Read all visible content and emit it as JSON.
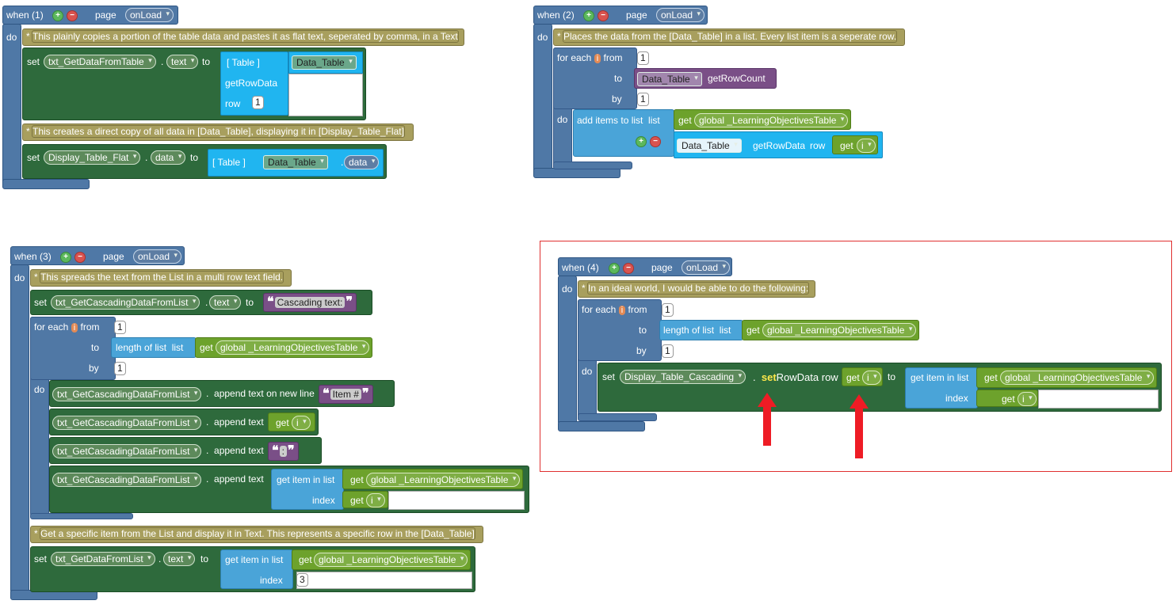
{
  "common": {
    "do": "do",
    "set": "set",
    "to": "to",
    "dot": ".",
    "for_each": "for each",
    "from": "from",
    "by": "by",
    "get": "get",
    "row": "row",
    "index": "index",
    "list": "list"
  },
  "b1": {
    "when": "when (1)",
    "component": "page",
    "event": "onLoad",
    "comment1": "This plainly copies a portion of the table data and pastes it as flat text, seperated by comma, in a Text",
    "set1_target": "txt_GetDataFromTable",
    "set1_prop": "text",
    "table_label": "[ Table ]",
    "table_dd": "Data_Table",
    "method": "getRowData",
    "row_val": "1",
    "comment2": "This creates a direct copy of all data in [Data_Table], displaying it in [Display_Table_Flat]",
    "set2_target": "Display_Table_Flat",
    "set2_prop": "data",
    "table2_label": "[ Table ]",
    "table2_dd": "Data_Table",
    "table2_prop": "data"
  },
  "b2": {
    "when": "when (2)",
    "component": "page",
    "event": "onLoad",
    "comment": "Places the data from the [Data_Table] in a list. Every list item is a seperate row.",
    "var": "i",
    "from_val": "1",
    "to_dd": "Data_Table",
    "to_method": "getRowCount",
    "by_val": "1",
    "add_items": "add items to list",
    "list_get": "global _LearningObjectivesTable",
    "item_dd": "Data_Table",
    "item_method": "getRowData",
    "get_var": "i"
  },
  "b3": {
    "when": "when (3)",
    "component": "page",
    "event": "onLoad",
    "comment1": "This spreads the text from the List in a multi row text field.",
    "set_target": "txt_GetCascadingDataFromList",
    "set_prop": "text",
    "set_str": "Cascading text:",
    "var": "i",
    "from_val": "1",
    "length_of_list": "length of list",
    "to_get": "global _LearningObjectivesTable",
    "by_val": "1",
    "row1_target": "txt_GetCascadingDataFromList",
    "row1_method": "append text on new line",
    "row1_str": "Item #",
    "row2_target": "txt_GetCascadingDataFromList",
    "row2_method": "append text",
    "row2_get": "i",
    "row3_target": "txt_GetCascadingDataFromList",
    "row3_method": "append text",
    "row3_str": ":",
    "row4_target": "txt_GetCascadingDataFromList",
    "row4_method": "append text",
    "row4_gil": "get item in list",
    "row4_get": "global _LearningObjectivesTable",
    "row4_idx_get": "i",
    "comment2": "Get a specific item from the List and display it in Text. This represents a specific row in the [Data_Table]",
    "set2_target": "txt_GetDataFromList",
    "set2_prop": "text",
    "set2_gil": "get item in list",
    "set2_get": "global _LearningObjectivesTable",
    "set2_idx": "3"
  },
  "b4": {
    "when": "when (4)",
    "component": "page",
    "event": "onLoad",
    "comment": "In an ideal world, I would be able to do the following:",
    "var": "i",
    "from_val": "1",
    "length_of_list": "length of list",
    "to_get": "global _LearningObjectivesTable",
    "by_val": "1",
    "set_target": "Display_Table_Cascading",
    "set_method_a": "set",
    "set_method_b": "RowData row",
    "row_get": "i",
    "gil": "get item in list",
    "gil_get": "global _LearningObjectivesTable",
    "idx_get": "i"
  },
  "colors": {
    "event": "#4f78a6",
    "comment": "#a89f5e",
    "setter": "#2e6a3c",
    "table": "#20b5f0",
    "list": "#4aa4d8",
    "variable": "#6da22c",
    "text": "#7a4f87",
    "annotation": "#ee1c25"
  }
}
